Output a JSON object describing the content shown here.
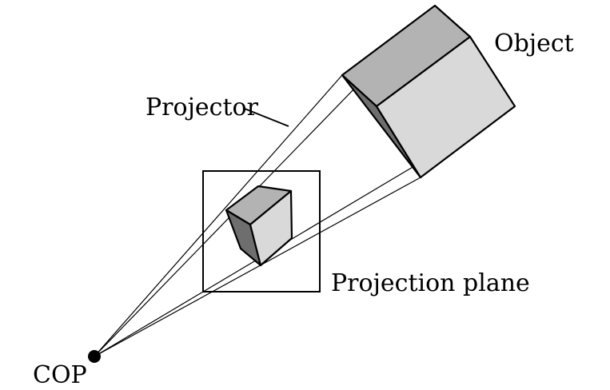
{
  "labels": {
    "object": "Object",
    "projector": "Projector",
    "projection_plane": "Projection plane",
    "cop": "COP"
  },
  "colors": {
    "face_top": "#b3b3b3",
    "face_front": "#d9d9d9",
    "face_side": "#6e6e6e",
    "line": "#000000",
    "background": "#ffffff"
  }
}
